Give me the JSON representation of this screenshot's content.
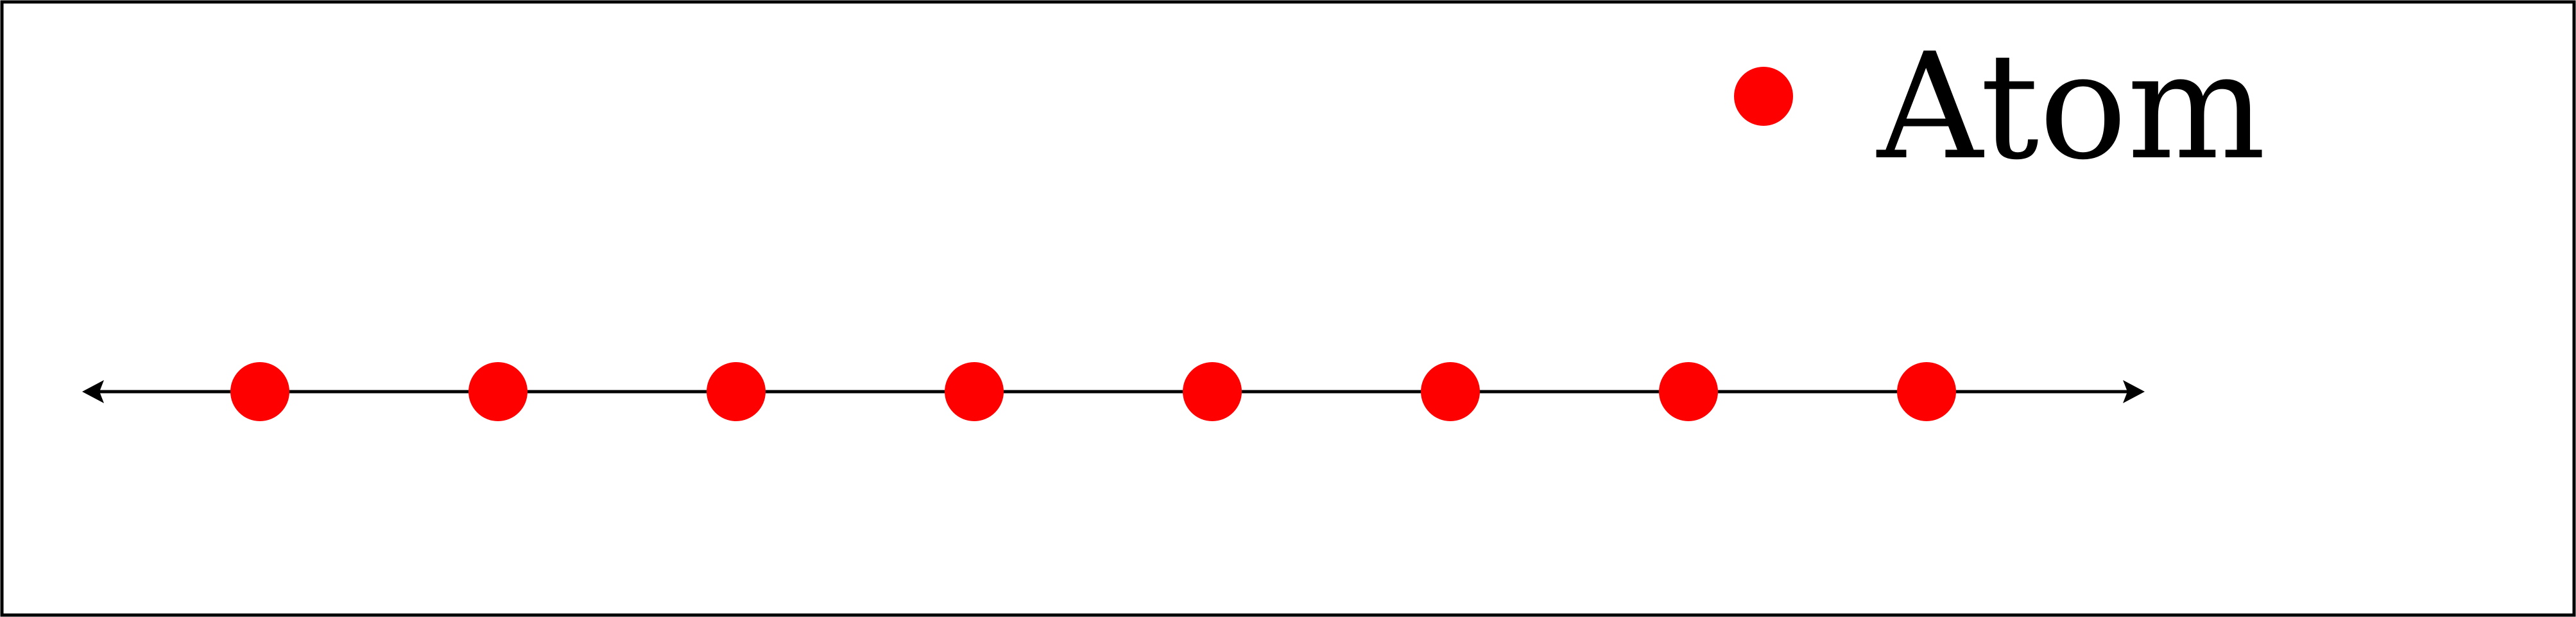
{
  "legend": {
    "label": "Atom",
    "marker_color": "#ff0000"
  },
  "lattice": {
    "atom_count": 8,
    "atom_color": "#ff0000",
    "line_color": "#000000",
    "arrowheads": "both-ends"
  },
  "frame": {
    "border_color": "#000000",
    "background": "#ffffff"
  }
}
